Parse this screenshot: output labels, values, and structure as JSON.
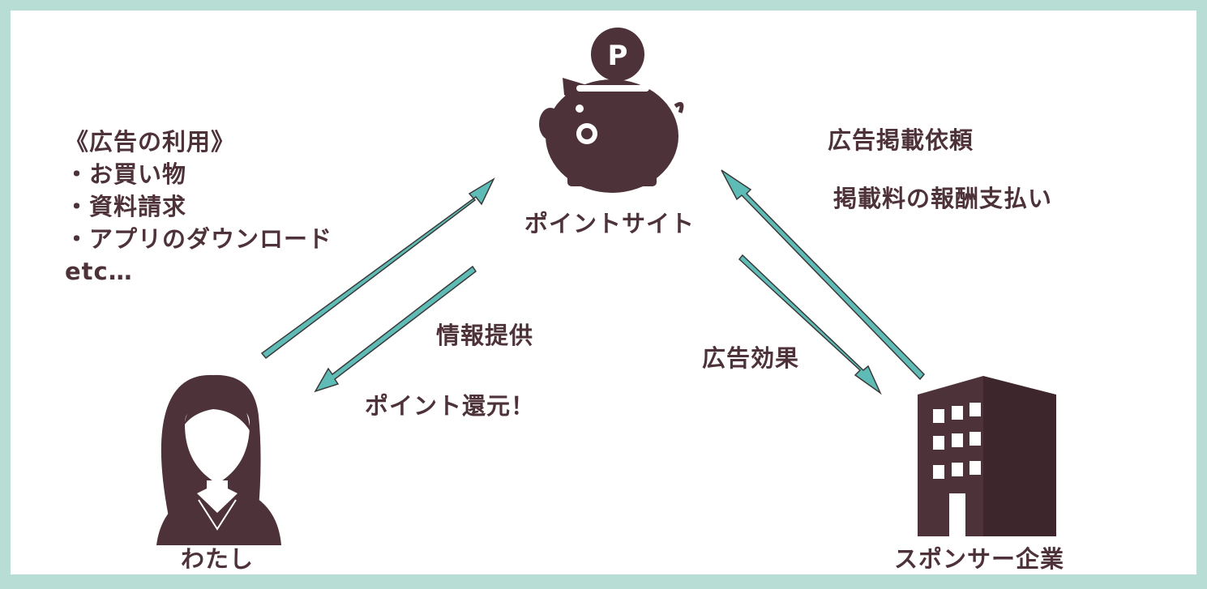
{
  "colors": {
    "frame": "#b8ddd4",
    "ink": "#4e3239",
    "arrow": "#5fbbb6",
    "arrow_outline": "#3a3a3a"
  },
  "nodes": {
    "point_site": {
      "label": "ポイントサイト",
      "icon": "piggy-bank-icon",
      "coin_letter": "P"
    },
    "me": {
      "label": "わたし",
      "icon": "woman-avatar-icon"
    },
    "sponsor": {
      "label": "スポンサー企業",
      "icon": "office-building-icon"
    }
  },
  "ad_usage": {
    "heading": "《広告の利用》",
    "items": [
      "・お買い物",
      "・資料請求",
      "・アプリのダウンロード"
    ],
    "more": "etc…"
  },
  "edges": {
    "info": "情報提供",
    "point_return": "ポイント還元！",
    "ad_request": "広告掲載依頼",
    "reward_payment": "掲載料の報酬支払い",
    "ad_effect": "広告効果"
  }
}
